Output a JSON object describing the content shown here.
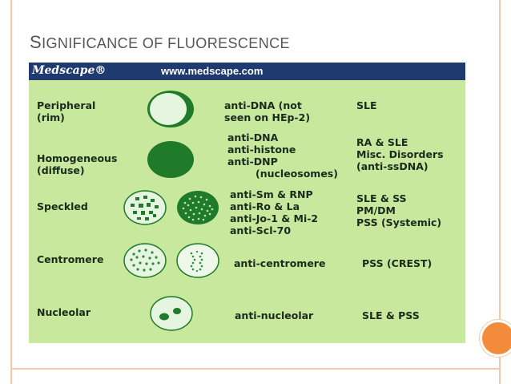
{
  "slide": {
    "title_first": "S",
    "title_rest": "IGNIFICANCE OF FLUORESCENCE"
  },
  "header": {
    "brand": "Medscape®",
    "url": "www.medscape.com"
  },
  "rows": [
    {
      "pattern": [
        "Peripheral",
        "(rim)"
      ],
      "antibodies": [
        "anti-DNA  (not",
        "seen on HEp-2)"
      ],
      "diseases": [
        "SLE"
      ]
    },
    {
      "pattern": [
        "Homogeneous",
        "(diffuse)"
      ],
      "antibodies": [
        "anti-DNA",
        "anti-histone",
        "anti-DNP",
        "(nucleosomes)"
      ],
      "diseases": [
        "RA & SLE",
        "Misc. Disorders",
        "(anti-ssDNA)"
      ]
    },
    {
      "pattern": [
        "Speckled"
      ],
      "antibodies": [
        "anti-Sm & RNP",
        "anti-Ro & La",
        "anti-Jo-1 & Mi-2",
        "anti-Scl-70"
      ],
      "diseases": [
        "SLE & SS",
        "PM/DM",
        "PSS (Systemic)"
      ]
    },
    {
      "pattern": [
        "Centromere"
      ],
      "antibodies": [
        "anti-centromere"
      ],
      "diseases": [
        "PSS (CREST)"
      ]
    },
    {
      "pattern": [
        "Nucleolar"
      ],
      "antibodies": [
        "anti-nucleolar"
      ],
      "diseases": [
        "SLE & PSS"
      ]
    }
  ],
  "colors": {
    "panel_bg": "#c7e89d",
    "header_bg": "#1f3a6e",
    "nucleus_dark": "#1f7a2a",
    "nucleus_light": "#e6f5e0",
    "accent_orange": "#f28b3c"
  }
}
